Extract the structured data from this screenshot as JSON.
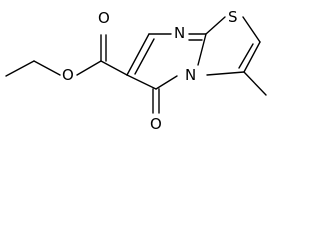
{
  "molecule": {
    "atoms": {
      "ring_nitrogen": "N",
      "sulfur": "S",
      "bridgehead_nitrogen": "N",
      "ketone_oxygen": "O",
      "ester_ether_oxygen": "O",
      "ester_carbonyl_oxygen": "O"
    }
  },
  "colors": {
    "stroke": "#000000",
    "background": "#ffffff"
  }
}
